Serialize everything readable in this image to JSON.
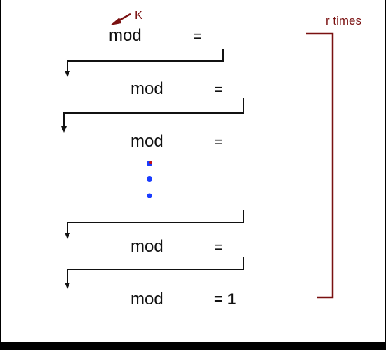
{
  "steps": [
    {
      "mod": "mod",
      "eq": "="
    },
    {
      "mod": "mod",
      "eq": "="
    },
    {
      "mod": "mod",
      "eq": "="
    },
    {
      "mod": "mod",
      "eq": "="
    },
    {
      "mod": "mod",
      "eq": "= 1"
    }
  ],
  "k_label": "K",
  "repeat_label": "r times",
  "colors": {
    "arrow": "#111111",
    "accent": "#7a1010",
    "dot_blue": "#1a3cff",
    "dot_red": "#c81010"
  }
}
